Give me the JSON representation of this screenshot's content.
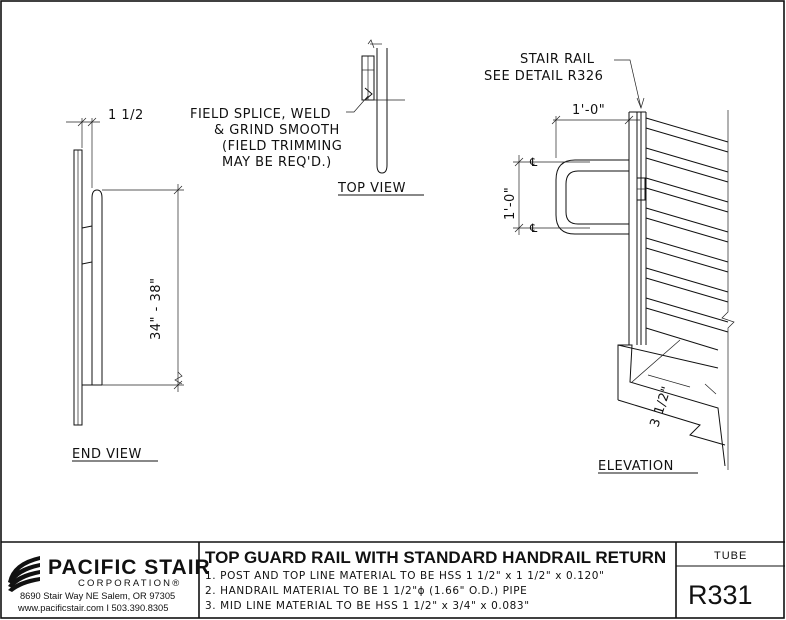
{
  "drawing": {
    "end_view_label": "END VIEW",
    "top_view_label": "TOP VIEW",
    "elevation_label": "ELEVATION",
    "dim_width": "1 1/2",
    "dim_height": "34\" - 38\"",
    "dim_return_length": "1'-0\"",
    "dim_return_spacing": "1'-0\"",
    "dim_stringer": "3 1/2\"",
    "callout_field_splice": [
      "FIELD SPLICE, WELD",
      "& GRIND SMOOTH",
      "(FIELD TRIMMING",
      "MAY BE REQ'D.)"
    ],
    "callout_stair_rail": [
      "STAIR RAIL",
      "SEE DETAIL R326"
    ],
    "centerline_symbol": "℄"
  },
  "title_block": {
    "company_name": "PACIFIC STAIR",
    "company_sub": "CORPORATION",
    "registered": "®",
    "address": "8690 Stair Way NE Salem, OR 97305",
    "web_phone": "www.pacificstair.com  I  503.390.8305",
    "title": "TOP GUARD RAIL WITH STANDARD HANDRAIL RETURN",
    "notes": [
      "1.  POST AND TOP LINE MATERIAL TO BE HSS 1 1/2\" x 1 1/2\" x 0.120\"",
      "2. HANDRAIL MATERIAL TO BE 1 1/2\"ɸ (1.66\" O.D.) PIPE",
      "3. MID LINE MATERIAL TO BE HSS 1 1/2\" x 3/4\" x 0.083\""
    ],
    "material": "TUBE",
    "detail_number": "R331"
  }
}
